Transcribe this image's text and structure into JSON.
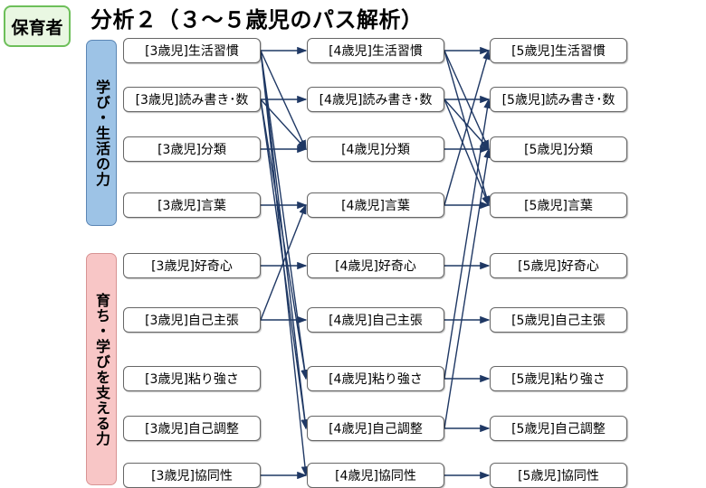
{
  "header": {
    "tag": "保育者",
    "title": "分析２（３～５歳児のパス解析）"
  },
  "groups": [
    {
      "label": "学び・生活の力",
      "color": "#9dc3e6"
    },
    {
      "label": "育ち・学びを支える力",
      "color": "#f8c6c6"
    }
  ],
  "columns": [
    {
      "age": "3",
      "nodes": [
        "[3歳児]生活習慣",
        "[3歳児]読み書き･数",
        "[3歳児]分類",
        "[3歳児]言葉",
        "[3歳児]好奇心",
        "[3歳児]自己主張",
        "[3歳児]粘り強さ",
        "[3歳児]自己調整",
        "[3歳児]協同性"
      ]
    },
    {
      "age": "4",
      "nodes": [
        "[4歳児]生活習慣",
        "[4歳児]読み書き･数",
        "[4歳児]分類",
        "[4歳児]言葉",
        "[4歳児]好奇心",
        "[4歳児]自己主張",
        "[4歳児]粘り強さ",
        "[4歳児]自己調整",
        "[4歳児]協同性"
      ]
    },
    {
      "age": "5",
      "nodes": [
        "[5歳児]生活習慣",
        "[5歳児]読み書き･数",
        "[5歳児]分類",
        "[5歳児]言葉",
        "[5歳児]好奇心",
        "[5歳児]自己主張",
        "[5歳児]粘り強さ",
        "[5歳児]自己調整",
        "[5歳児]協同性"
      ]
    }
  ],
  "edges_3_to_4": [
    [
      0,
      0
    ],
    [
      0,
      2
    ],
    [
      0,
      6
    ],
    [
      0,
      7
    ],
    [
      1,
      1
    ],
    [
      1,
      2
    ],
    [
      1,
      6
    ],
    [
      1,
      7
    ],
    [
      2,
      2
    ],
    [
      3,
      3
    ],
    [
      4,
      4
    ],
    [
      5,
      3
    ],
    [
      5,
      5
    ],
    [
      0,
      8
    ],
    [
      8,
      8
    ]
  ],
  "edges_4_to_5": [
    [
      0,
      0
    ],
    [
      0,
      2
    ],
    [
      0,
      3
    ],
    [
      1,
      1
    ],
    [
      1,
      2
    ],
    [
      1,
      3
    ],
    [
      2,
      2
    ],
    [
      3,
      3
    ],
    [
      3,
      0
    ],
    [
      4,
      4
    ],
    [
      5,
      5
    ],
    [
      6,
      6
    ],
    [
      6,
      1
    ],
    [
      7,
      7
    ],
    [
      7,
      2
    ],
    [
      8,
      8
    ]
  ]
}
